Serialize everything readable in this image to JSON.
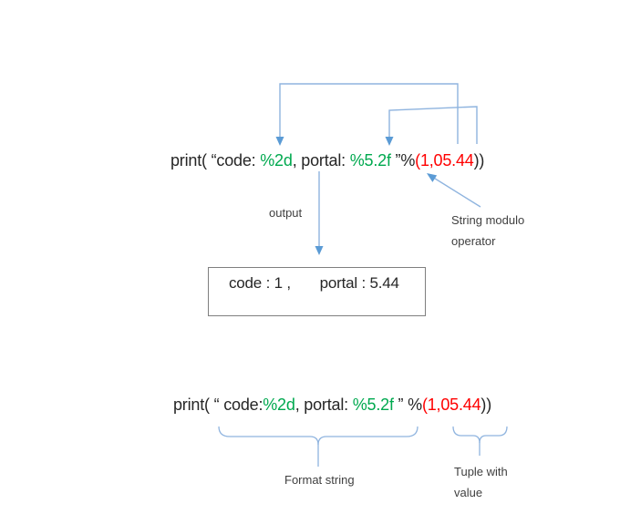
{
  "colors": {
    "green": "#00A94F",
    "red": "#FF0000",
    "text": "#262626",
    "line": "#8FB4DF",
    "arrow": "#5B9BD5",
    "box_border": "#7F7F7F",
    "label": "#3F3F3F",
    "background": "#FFFFFF"
  },
  "code_line_top": {
    "prefix": "print( “code: ",
    "spec1": "%2d",
    "mid": ", portal: ",
    "spec2": "%5.2f",
    "close_quote": " ”%",
    "tuple": "(1,05.44",
    "suffix": "))"
  },
  "code_line_bottom": {
    "prefix": "print( “ code:",
    "spec1": "%2d",
    "mid": ", portal: ",
    "spec2": "%5.2f",
    "close_quote": " ” %",
    "tuple": "(1,05.44",
    "suffix": "))"
  },
  "output_box": {
    "text": "code : 1 ,       portal : 5.44"
  },
  "labels": {
    "output": "output",
    "modulo": "String modulo operator",
    "format_string": "Format string",
    "tuple_with_value": "Tuple with value"
  },
  "icons": {
    "arrow_to_spec1": "down-arrow-icon",
    "arrow_to_spec2": "down-arrow-icon",
    "arrow_output": "down-arrow-icon",
    "arrow_modulo": "up-left-arrow-icon",
    "brace_format": "underbrace-icon",
    "brace_tuple": "underbrace-icon"
  }
}
